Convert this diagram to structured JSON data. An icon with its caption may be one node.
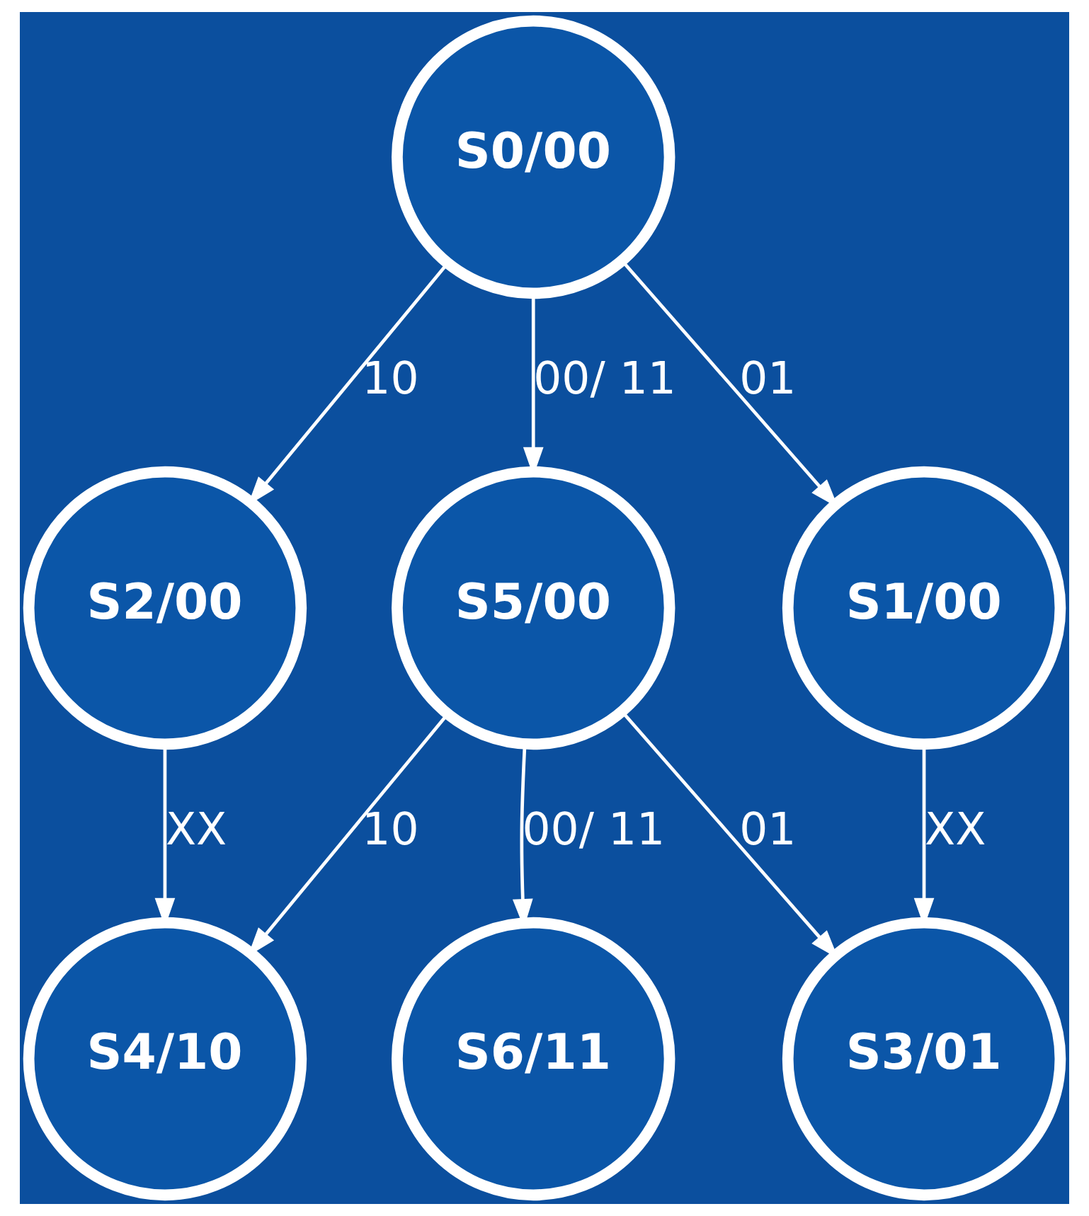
{
  "diagram": {
    "nodes": [
      {
        "text": [
          "S0/00"
        ]
      },
      {
        "text": [
          "S2/00"
        ]
      },
      {
        "text": [
          "S1/00"
        ]
      },
      {
        "text": [
          "S5/00"
        ]
      },
      {
        "text": [
          "S4/10"
        ]
      },
      {
        "text": [
          "S6/11"
        ]
      },
      {
        "text": [
          "S3/01"
        ]
      }
    ],
    "edges": [
      {
        "from": 0,
        "to": 1,
        "arrow": "to",
        "label": "10"
      },
      {
        "from": 0,
        "to": 3,
        "arrow": "to",
        "label": "00/ 11"
      },
      {
        "from": 0,
        "to": 2,
        "arrow": "to",
        "label": "01"
      },
      {
        "from": 1,
        "to": 4,
        "arrow": "to",
        "label": "XX"
      },
      {
        "from": 2,
        "to": 6,
        "arrow": "to",
        "label": "XX"
      },
      {
        "from": 3,
        "to": 4,
        "arrow": "to",
        "label": "10"
      },
      {
        "from": 3,
        "to": 5,
        "arrow": "to",
        "label": "00/ 11"
      },
      {
        "from": 3,
        "to": 6,
        "arrow": "to",
        "label": "01"
      }
    ]
  }
}
